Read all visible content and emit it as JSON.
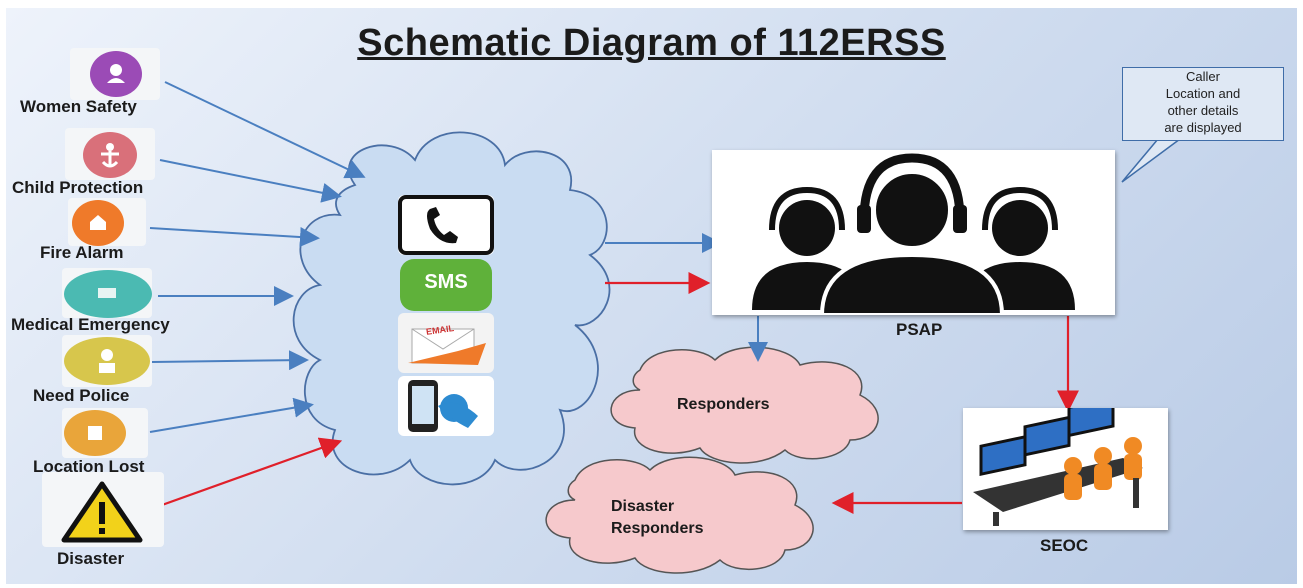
{
  "title": "Schematic Diagram of 112ERSS",
  "services": [
    {
      "label": "Women Safety",
      "icon": "woman-icon",
      "color": "#9b4bb6"
    },
    {
      "label": "Child Protection",
      "icon": "child-icon",
      "color": "#d9707a"
    },
    {
      "label": "Fire Alarm",
      "icon": "fire-alarm-icon",
      "color": "#ef7a2a"
    },
    {
      "label": "Medical Emergency",
      "icon": "ambulance-icon",
      "color": "#4bbab2"
    },
    {
      "label": "Need Police",
      "icon": "police-icon",
      "color": "#d7c64c"
    },
    {
      "label": "Location Lost",
      "icon": "map-icon",
      "color": "#e9a53a"
    },
    {
      "label": "Disaster",
      "icon": "warning-icon",
      "color": "#f2d21a"
    }
  ],
  "channels": [
    {
      "name": "phone-call",
      "icon": "phone-icon"
    },
    {
      "name": "sms",
      "label": "SMS",
      "icon": "sms-icon"
    },
    {
      "name": "email",
      "label": "EMAIL",
      "icon": "email-icon"
    },
    {
      "name": "mobile-app",
      "icon": "smartphone-icon"
    }
  ],
  "nodes": {
    "psap": "PSAP",
    "responders": "Responders",
    "disaster_responders_line1": "Disaster",
    "disaster_responders_line2": "Responders",
    "seoc": "SEOC"
  },
  "callout": {
    "line1": "Caller",
    "line2": "Location and",
    "line3": "other details",
    "line4": "are displayed"
  },
  "colors": {
    "arrow_blue": "#4a7fc0",
    "arrow_red": "#e0202a",
    "cloud_blue": "#c9dcf2",
    "cloud_pink": "#f6c9cc"
  }
}
